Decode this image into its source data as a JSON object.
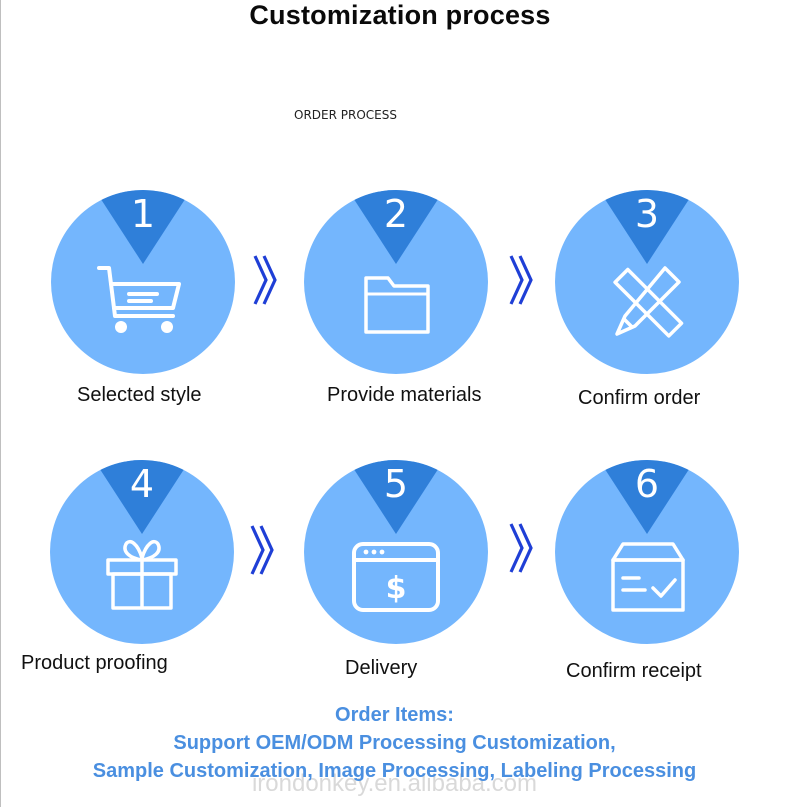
{
  "title": "Customization process",
  "subtitle": "ORDER PROCESS",
  "steps": [
    {
      "number": "1",
      "label": "Selected style",
      "icon": "shopping-cart-icon"
    },
    {
      "number": "2",
      "label": "Provide materials",
      "icon": "folder-icon"
    },
    {
      "number": "3",
      "label": "Confirm order",
      "icon": "pencil-ruler-icon"
    },
    {
      "number": "4",
      "label": "Product proofing",
      "icon": "gift-icon"
    },
    {
      "number": "5",
      "label": "Delivery",
      "icon": "payment-dollar-icon"
    },
    {
      "number": "6",
      "label": "Confirm receipt",
      "icon": "box-check-icon"
    }
  ],
  "arrows": [
    "double-chevron-right-icon",
    "double-chevron-right-icon",
    "double-chevron-right-icon",
    "double-chevron-right-icon"
  ],
  "footer": {
    "heading": "Order Items:",
    "line1": "Support OEM/ODM Processing Customization,",
    "line2": "Sample Customization, Image Processing, Labeling Processing"
  },
  "watermark": "irondonkey.en.alibaba.com",
  "colors": {
    "circle": "#74b6fd",
    "triangle": "#2f7fd9",
    "chevron": "#1f3fd6",
    "footer_text": "#4a8fe0"
  }
}
